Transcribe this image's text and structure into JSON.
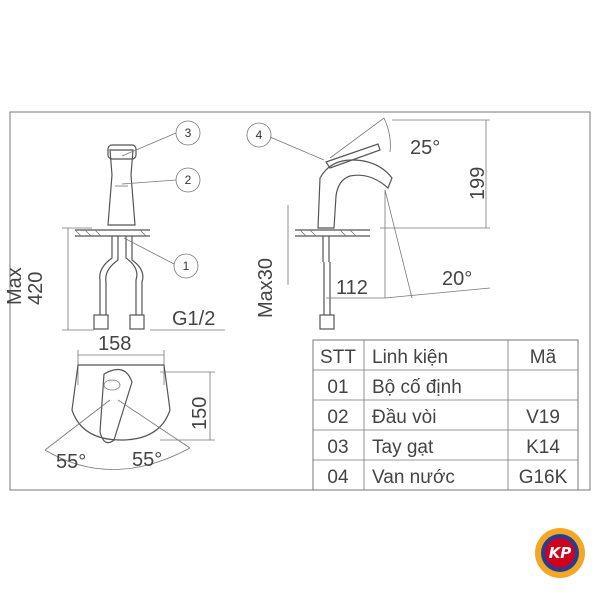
{
  "drawing": {
    "callouts": [
      "3",
      "2",
      "1",
      "4"
    ],
    "front_view": {
      "height_label_max": "Max",
      "height_value": "420",
      "thread_label": "G1/2"
    },
    "side_view": {
      "lever_angle": "25°",
      "height_value": "199",
      "deck_label": "Max30",
      "reach_value": "112",
      "spout_angle": "20°"
    },
    "top_view": {
      "width_value": "158",
      "depth_value": "150",
      "angle_left": "55°",
      "angle_right": "55°"
    }
  },
  "parts_table": {
    "headers": [
      "STT",
      "Linh kiện",
      "Mã"
    ],
    "rows": [
      [
        "01",
        "Bộ cố định",
        ""
      ],
      [
        "02",
        "Đầu vòi",
        "V19"
      ],
      [
        "03",
        "Tay gạt",
        "K14"
      ],
      [
        "04",
        "Van nước",
        "G16K"
      ]
    ]
  },
  "logo": {
    "text": "KP",
    "colors": {
      "outer": "#f5a623",
      "inner": "#d0021b",
      "ring": "#1f3f9a"
    }
  }
}
